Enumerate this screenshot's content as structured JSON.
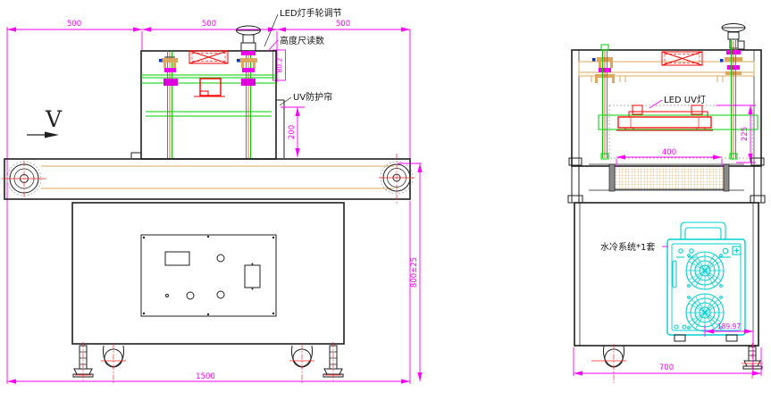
{
  "labels": {
    "led_handwheel": "LED灯手轮调节",
    "height_ruler": "高度尺读数",
    "uv_curtain": "UV防护帘",
    "led_uv_lamp": "LED UV灯",
    "water_cooling": "水冷系统*1套",
    "view_direction": "V"
  },
  "dimensions": {
    "front_top": [
      "500",
      "500",
      "500"
    ],
    "height_ruler_reading": "80.2",
    "curtain_to_belt": "200",
    "table_height": "800±25",
    "front_overall_length": "1500",
    "roller_face_width": "400",
    "lamp_to_belt": "225",
    "chiller_offset": "189.97",
    "side_overall_depth": "700"
  },
  "colors": {
    "dimension": "#ff00ff",
    "outline": "#1f1f1f",
    "guide_rail": "#00cc00",
    "uv_lamp": "#ff0000",
    "belt": "#dda85e",
    "chiller": "#00d0d0"
  }
}
